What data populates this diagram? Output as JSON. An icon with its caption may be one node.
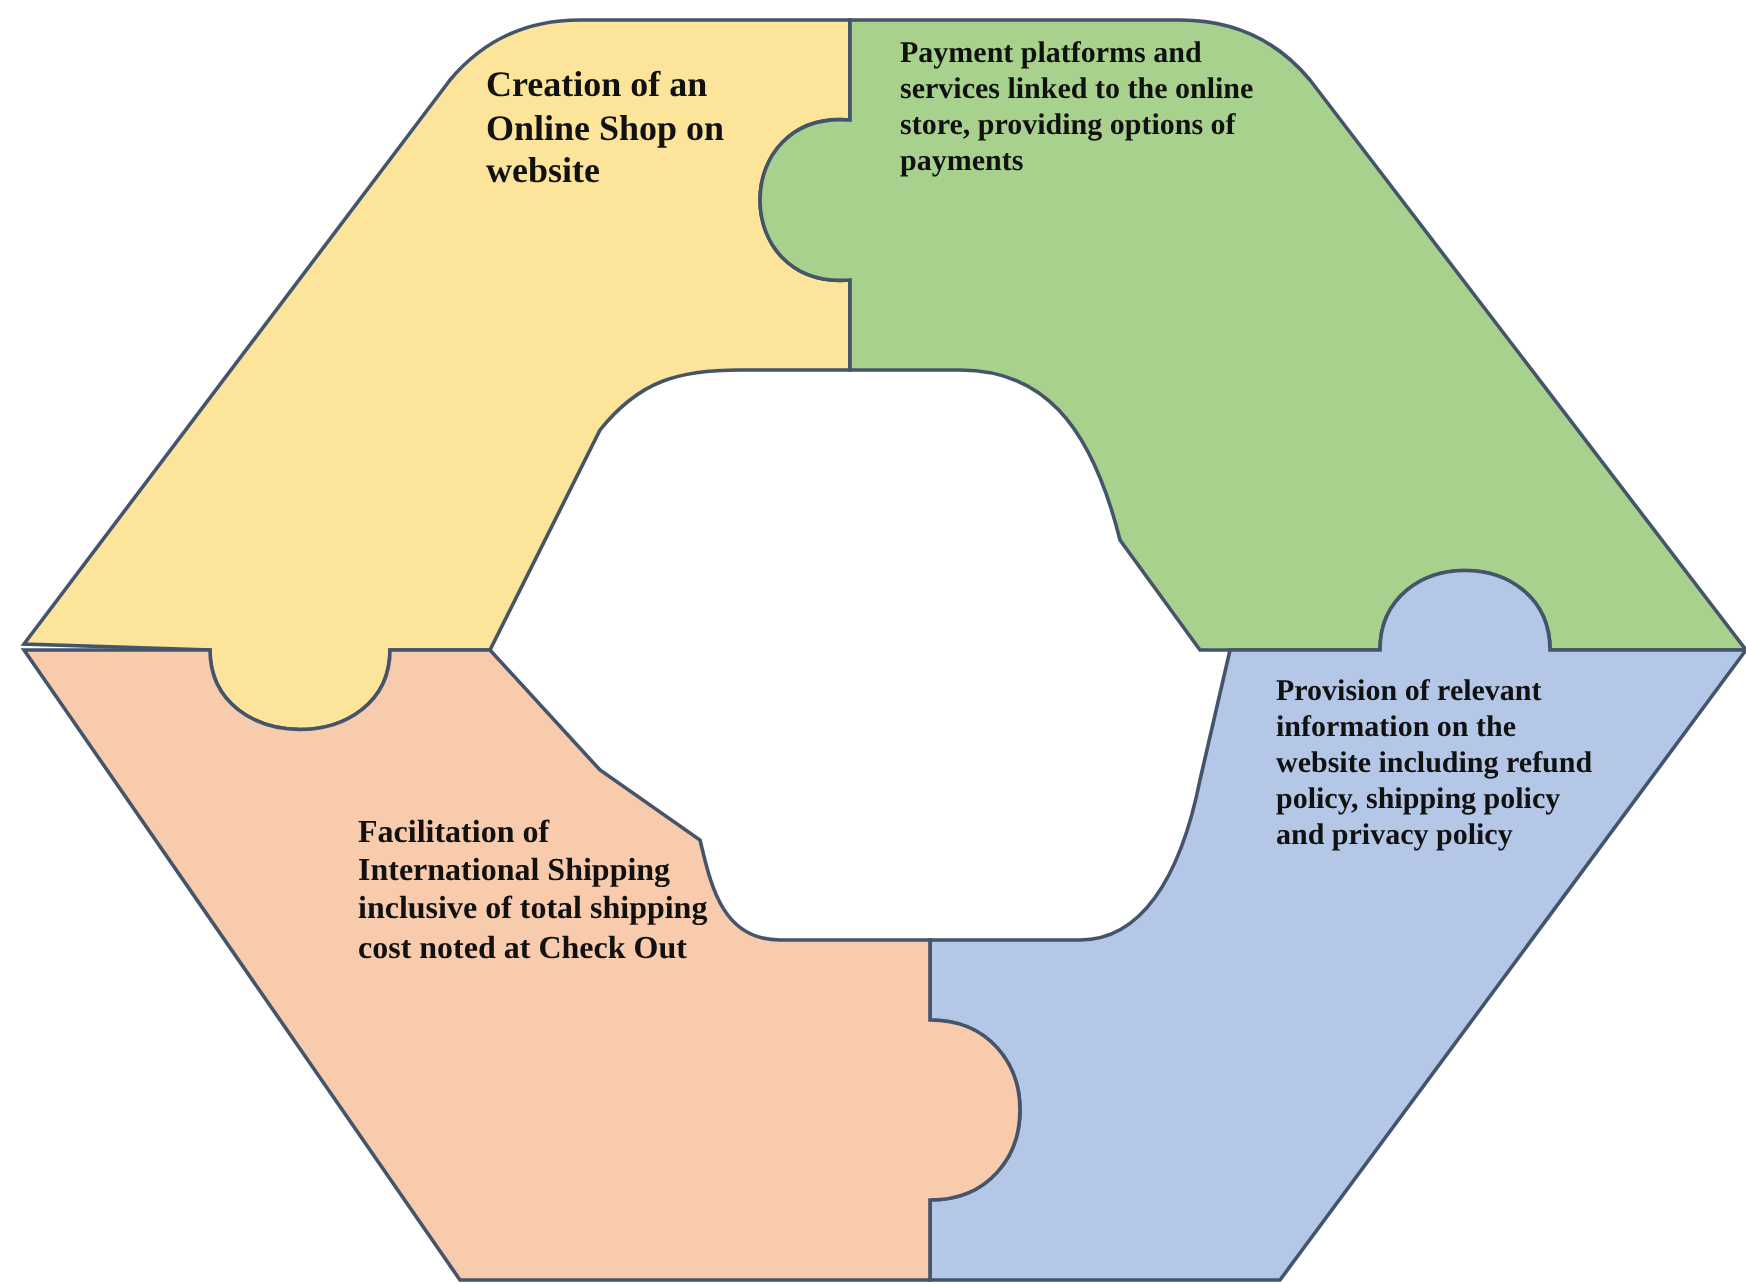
{
  "diagram": {
    "nodes": [
      {
        "text": [
          "Creation of an Online Shop on website"
        ]
      },
      {
        "text": [
          "Payment platforms and services linked to the online store, providing options of payments"
        ]
      },
      {
        "text": [
          "Provision of relevant information on the website including refund policy, shipping policy and privacy policy"
        ]
      },
      {
        "text": [
          "Facilitation of International Shipping inclusive of total shipping cost noted at Check Out"
        ]
      }
    ],
    "edges": []
  }
}
